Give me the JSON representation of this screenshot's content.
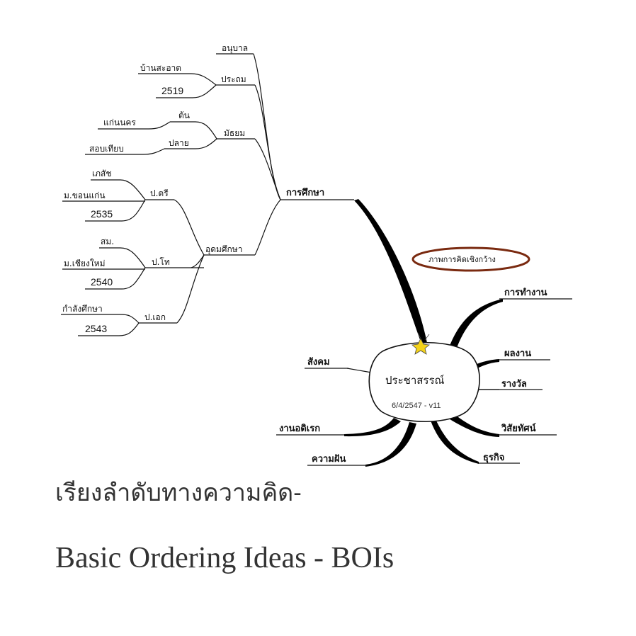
{
  "center": {
    "title": "ประชาสรรณ์",
    "subtitle": "6/4/2547 - v11"
  },
  "callout": "ภาพการคิดเชิงกว้าง",
  "education": {
    "label": "การศึกษา",
    "kindergarten": "อนุบาล",
    "primary": {
      "label": "ประถม",
      "school": "บ้านสะอาด",
      "year": "2519"
    },
    "secondary": {
      "label": "มัธยม",
      "early": {
        "label": "ต้น",
        "school": "แก่นนคร"
      },
      "late": {
        "label": "ปลาย",
        "school": "สอบเทียบ"
      }
    },
    "higher": {
      "label": "อุดมศึกษา",
      "bachelor": {
        "label": "ป.ตรี",
        "field": "เภสัช",
        "university": "ม.ขอนแก่น",
        "year": "2535"
      },
      "master": {
        "label": "ป.โท",
        "field": "สม.",
        "university": "ม.เชียงใหม่",
        "year": "2540"
      },
      "doctorate": {
        "label": "ป.เอก",
        "status": "กำลังศึกษา",
        "year": "2543"
      }
    }
  },
  "branches": {
    "work": "การทำงาน",
    "results": "ผลงาน",
    "awards": "รางวัล",
    "vision": "วิสัยทัศน์",
    "business": "ธุรกิจ",
    "social": "สังคม",
    "leisure": "งานอดิเรก",
    "dream": "ความฝัน"
  },
  "caption": {
    "thai": "เรียงลำดับทางความคิด-",
    "english": "Basic Ordering Ideas - BOIs"
  }
}
